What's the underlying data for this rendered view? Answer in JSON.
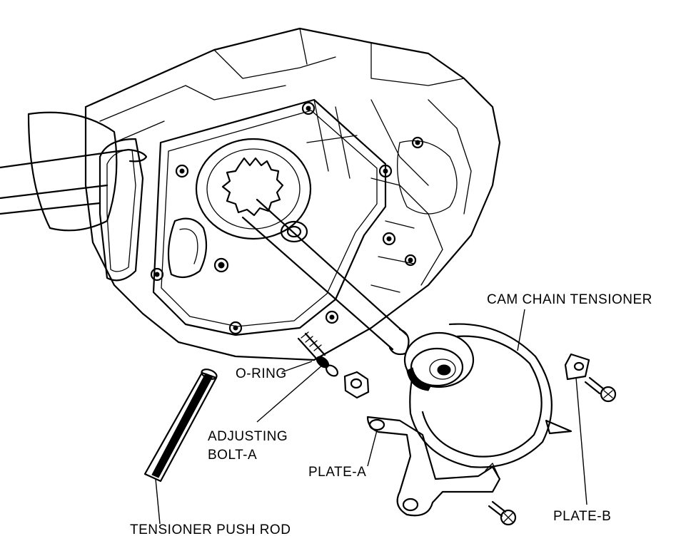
{
  "labels": {
    "cam_chain_tensioner": "CAM CHAIN TENSIONER",
    "o_ring": "O-RING",
    "adjusting_bolt_line1": "ADJUSTING",
    "adjusting_bolt_line2": "BOLT-A",
    "plate_a": "PLATE-A",
    "plate_b": "PLATE-B",
    "tensioner_push_rod": "TENSIONER PUSH ROD"
  }
}
